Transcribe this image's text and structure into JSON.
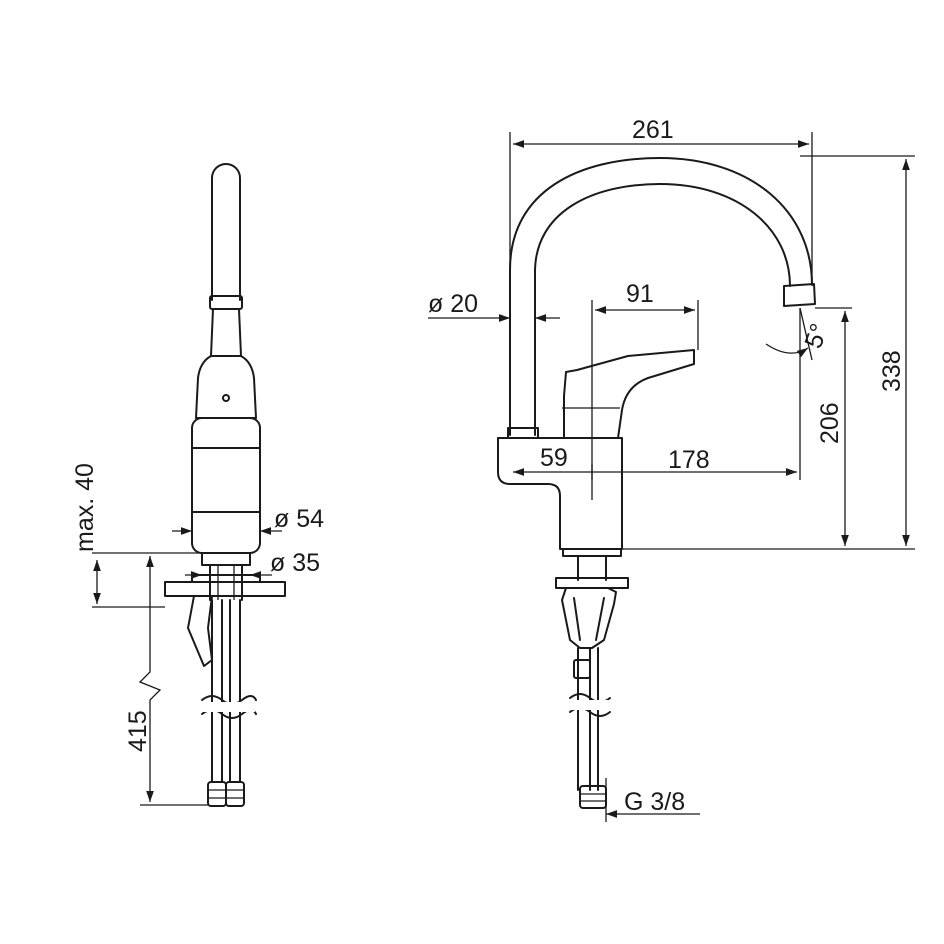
{
  "dimensions": {
    "width_261": "261",
    "reach_91": "91",
    "dia_20": "ø 20",
    "angle_5": "5°",
    "height_338": "338",
    "height_206": "206",
    "length_59": "59",
    "length_178": "178",
    "dia_54": "ø 54",
    "dia_35": "ø 35",
    "max_40": "max. 40",
    "hose_415": "415",
    "thread_g38": "G 3/8"
  }
}
